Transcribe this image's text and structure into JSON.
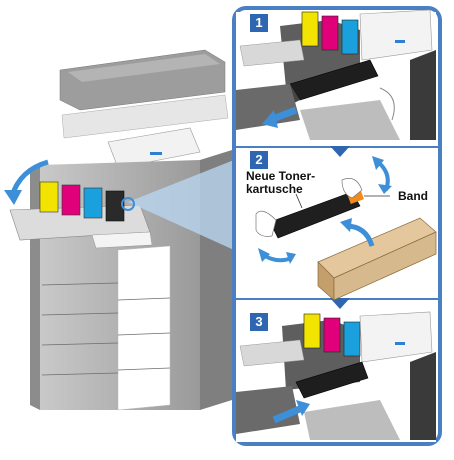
{
  "steps": [
    {
      "number": "1"
    },
    {
      "number": "2"
    },
    {
      "number": "3"
    }
  ],
  "labels": {
    "new_toner_line1": "Neue Toner-",
    "new_toner_line2": "kartusche",
    "band": "Band"
  },
  "colors": {
    "accent_blue": "#2f66b2",
    "arrow_blue": "#3d8fd8",
    "toner_yellow": "#f2e400",
    "toner_magenta": "#e0007a",
    "toner_cyan": "#1aa0dc",
    "toner_black": "#222222",
    "box_tan": "#d7b98e"
  }
}
